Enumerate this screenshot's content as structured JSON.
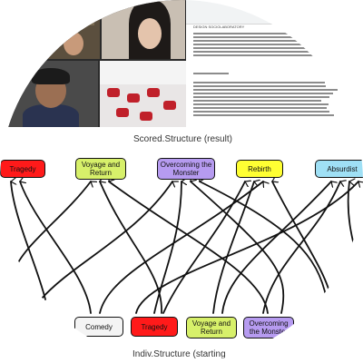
{
  "captions": {
    "top": "Scored.Structure (result)",
    "bottom": "Indiv.Structure (starting"
  },
  "nodes_top": [
    {
      "label": "Tragedy",
      "color": "#ff1a1a"
    },
    {
      "label": "Voyage and Return",
      "color": "#d7f06a"
    },
    {
      "label": "Overcoming the Monster",
      "color": "#b69bf0"
    },
    {
      "label": "Rebirth",
      "color": "#ffff33"
    },
    {
      "label": "Absurdist",
      "color": "#9fe0f5"
    }
  ],
  "nodes_bottom": [
    {
      "label": "Comedy",
      "color": "#f4f4f4"
    },
    {
      "label": "Tragedy",
      "color": "#ff1a1a"
    },
    {
      "label": "Voyage and Return",
      "color": "#d7f06a"
    },
    {
      "label": "Overcoming the Monster",
      "color": "#b69bf0"
    }
  ],
  "document": {
    "title": "DESIGN SOCIOLABORATORY"
  }
}
